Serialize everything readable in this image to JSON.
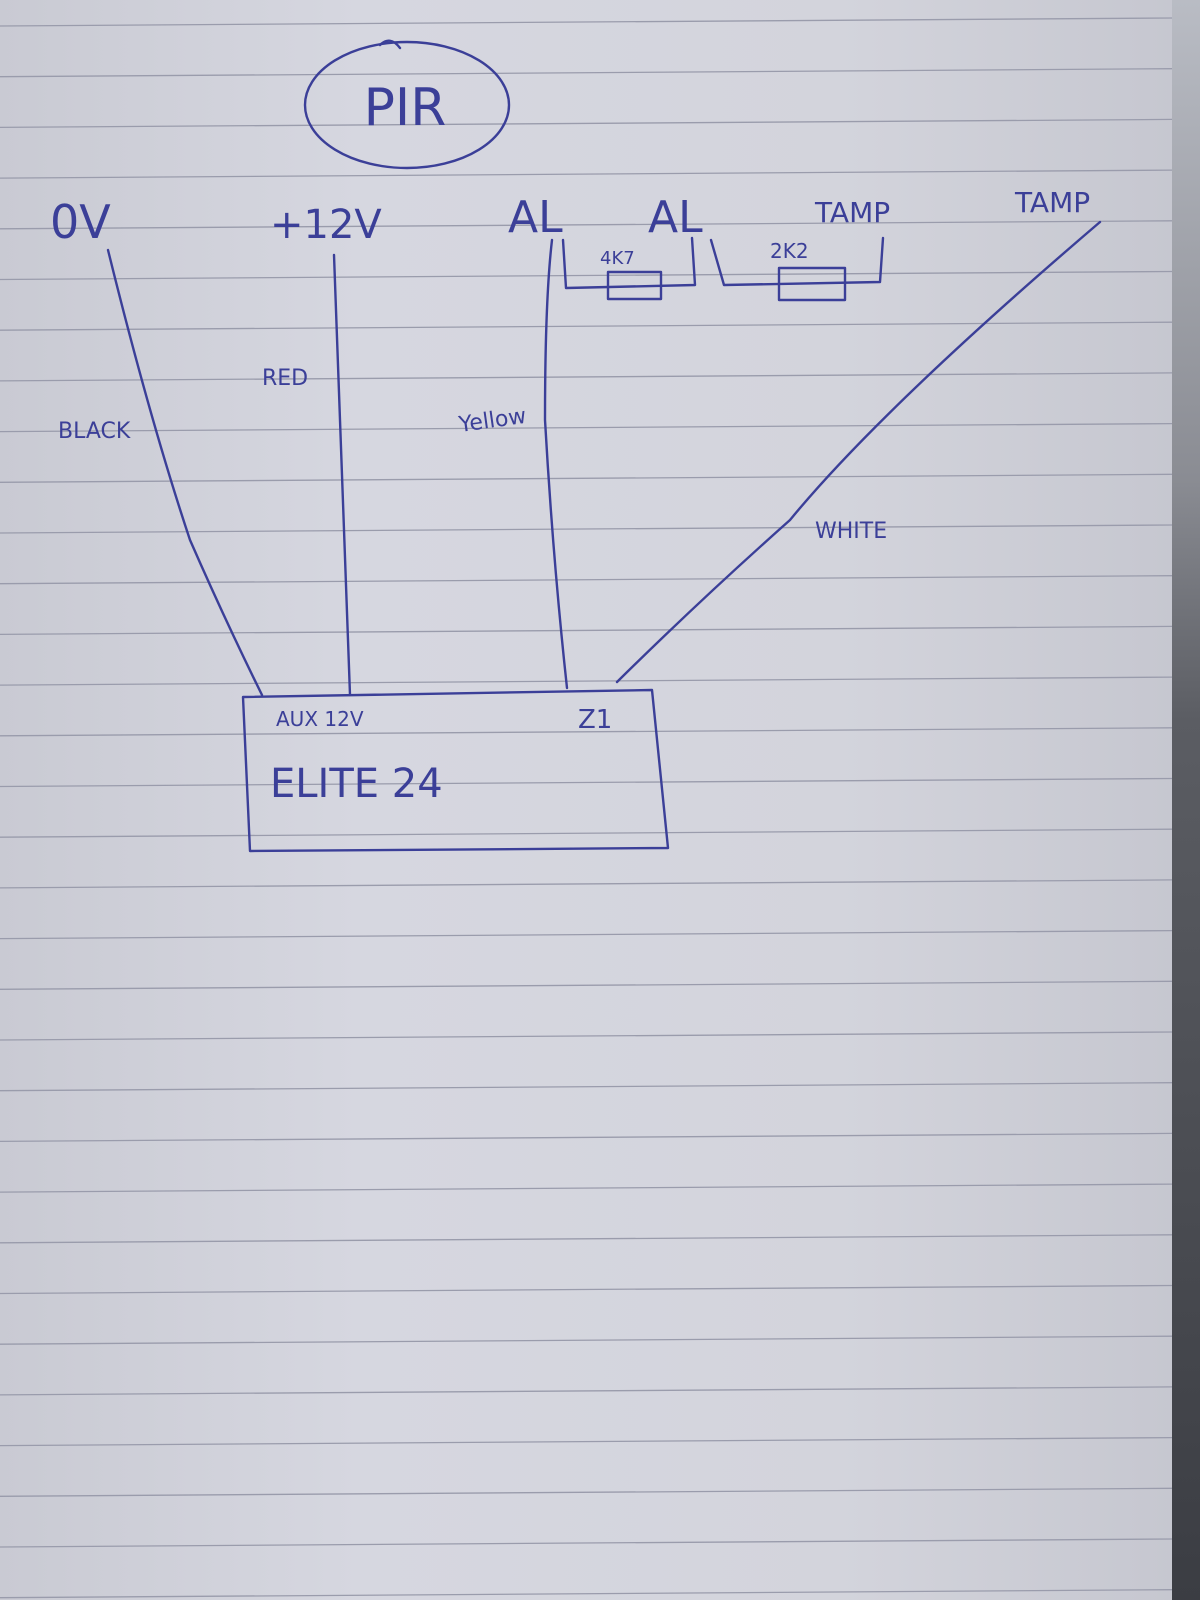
{
  "title": "PIR",
  "terminals": [
    "0V",
    "+12V",
    "AL",
    "AL",
    "TAMP",
    "TAMP"
  ],
  "resistors": [
    "4K7",
    "2K2"
  ],
  "wires": [
    {
      "label": "BLACK",
      "from": "0V",
      "to": "AUX 12V"
    },
    {
      "label": "RED",
      "from": "+12V",
      "to": "AUX 12V"
    },
    {
      "label": "Yellow",
      "from": "AL",
      "to": "Z1"
    },
    {
      "label": "WHITE",
      "from": "TAMP",
      "to": "Z1"
    }
  ],
  "panel": {
    "name": "ELITE 24",
    "aux_label": "AUX 12V",
    "zone_label": "Z1"
  },
  "colors": {
    "ink": "#3b3f98",
    "paper": "#d3d4dc"
  }
}
